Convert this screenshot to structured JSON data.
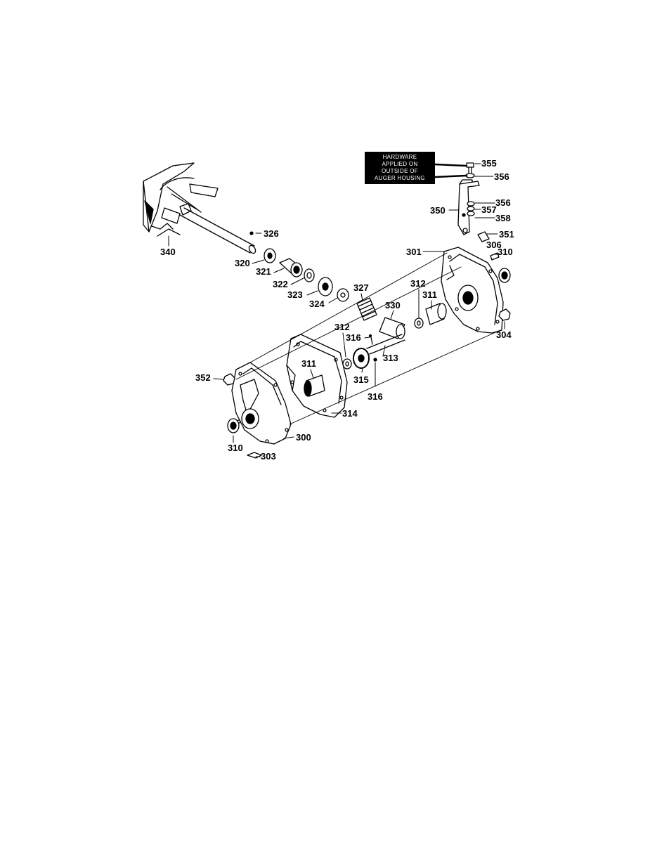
{
  "note": {
    "lines": [
      "HARDWARE",
      "APPLIED ON",
      "OUTSIDE OF",
      "AUGER HOUSING"
    ]
  },
  "labels": {
    "p355": "355",
    "p356a": "356",
    "p356b": "356",
    "p350": "350",
    "p357": "357",
    "p358": "358",
    "p351": "351",
    "p306": "306",
    "p301": "301",
    "p310a": "310",
    "p326": "326",
    "p340": "340",
    "p320": "320",
    "p321": "321",
    "p322": "322",
    "p323": "323",
    "p324": "324",
    "p327": "327",
    "p312a": "312",
    "p311a": "311",
    "p330": "330",
    "p304": "304",
    "p312b": "312",
    "p316a": "316",
    "p313": "313",
    "p311b": "311",
    "p315": "315",
    "p316b": "316",
    "p352": "352",
    "p314": "314",
    "p300": "300",
    "p310b": "310",
    "p303": "303"
  }
}
